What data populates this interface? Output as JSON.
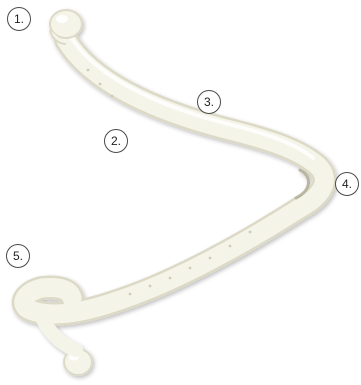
{
  "diagram": {
    "colors": {
      "body_fill": "#f5f4e8",
      "body_shade": "#dcdac7",
      "body_highlight": "#ffffff",
      "callout_border": "#4a4a4a",
      "background": "#ffffff"
    },
    "callouts": [
      {
        "id": "1",
        "label": "1."
      },
      {
        "id": "2",
        "label": "2."
      },
      {
        "id": "3",
        "label": "3."
      },
      {
        "id": "4",
        "label": "4."
      },
      {
        "id": "5",
        "label": "5."
      }
    ]
  }
}
